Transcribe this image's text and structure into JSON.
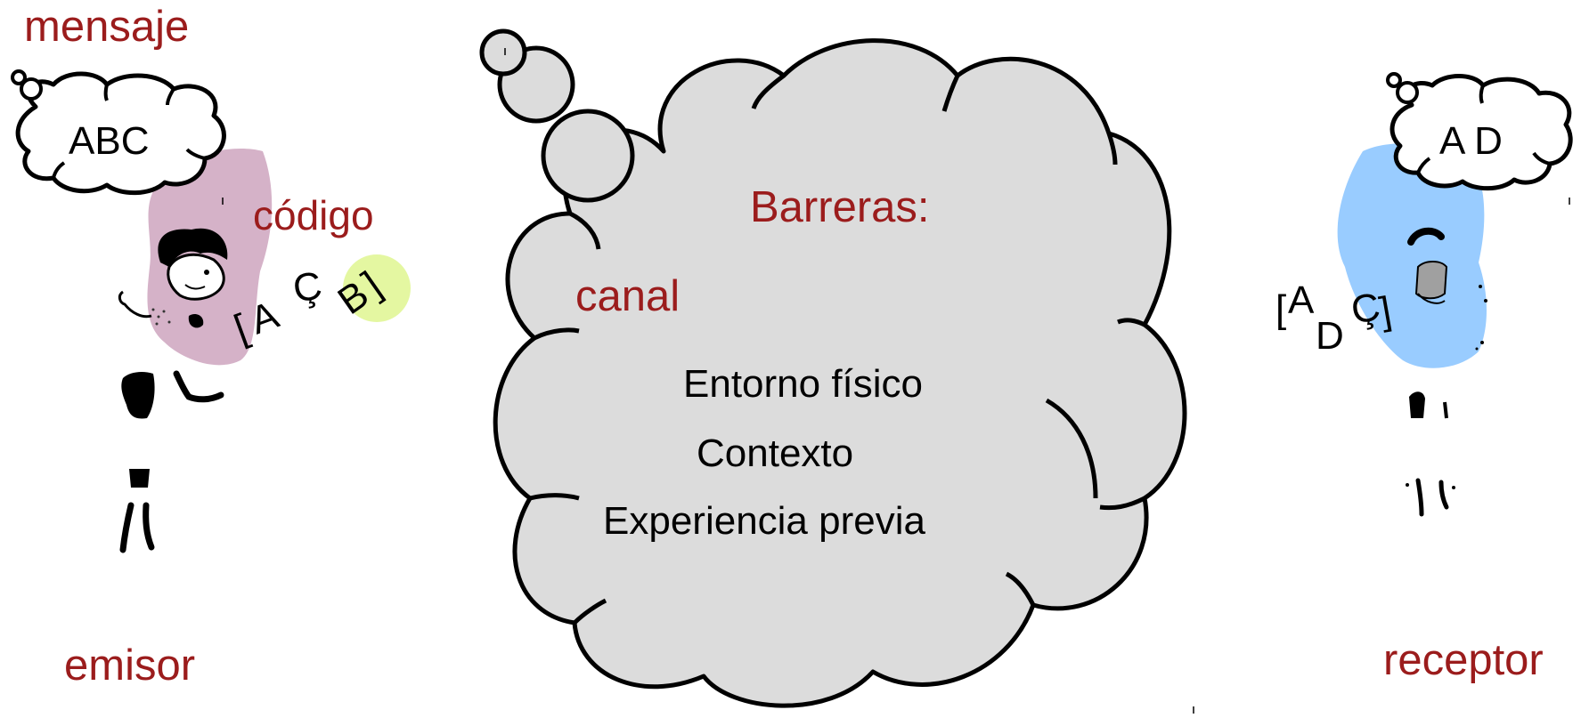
{
  "colors": {
    "accent": "#9b1c1c",
    "cloud_fill": "#dcdcdc",
    "code_blob_sender": "#d5b2c8",
    "code_blob_receiver": "#99ccff",
    "highlight_blob": "#e4f7a1"
  },
  "sender": {
    "message_label": "mensaje",
    "thought_text": "ABC",
    "code_label": "código",
    "code_chars": {
      "open_bracket": "[",
      "a": "A",
      "c_cedilla": "Ç",
      "b": "B",
      "close_bracket": "]"
    },
    "role_label": "emisor"
  },
  "channel": {
    "barriers_label": "Barreras:",
    "channel_label": "canal",
    "items": [
      "Entorno físico",
      "Contexto",
      "Experiencia previa"
    ]
  },
  "receiver": {
    "thought_text": "A D",
    "code_chars": {
      "open_bracket": "[",
      "a": "A",
      "d": "D",
      "c_cedilla": "Ç",
      "close_bracket": "]"
    },
    "role_label": "receptor"
  },
  "icons": {
    "sender_figure": "person-figure-icon",
    "receiver_figure": "person-figure-icon",
    "thought_bubble": "thought-cloud-icon"
  }
}
